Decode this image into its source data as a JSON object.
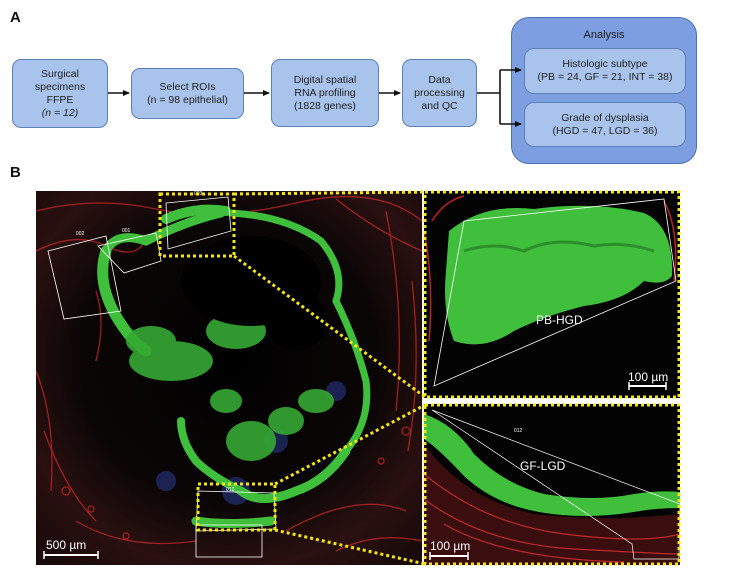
{
  "panel_a": {
    "letter": "A",
    "steps": [
      {
        "lines": [
          "Surgical",
          "specimens",
          "FFPE",
          "(n = 12)"
        ]
      },
      {
        "lines": [
          "Select ROIs",
          "(n = 98 epithelial)"
        ]
      },
      {
        "lines": [
          "Digital spatial",
          "RNA profiling",
          "(1828 genes)"
        ]
      },
      {
        "lines": [
          "Data",
          "processing",
          "and QC"
        ]
      }
    ],
    "analysis": {
      "title": "Analysis",
      "items": [
        {
          "lines": [
            "Histologic subtype",
            "(PB = 24, GF = 21, INT = 38)"
          ]
        },
        {
          "lines": [
            "Grade of dysplasia",
            "(HGD = 47, LGD = 36)"
          ]
        }
      ]
    }
  },
  "panel_b": {
    "letter": "B",
    "overview_scale": "500 µm",
    "roi_ids": [
      "002",
      "001",
      "003",
      "012"
    ],
    "zoom_top": {
      "label": "PB-HGD",
      "scale": "100 µm"
    },
    "zoom_bottom": {
      "label": "GF-LGD",
      "scale": "100 µm",
      "roi_id": "012"
    }
  },
  "colors": {
    "box_fill": "#a9c4ec",
    "analysis_fill": "#7d9ee0",
    "epithelium": "#3fbf3c",
    "stroma": "#c0282a",
    "zoom_frame": "#f2e617"
  }
}
